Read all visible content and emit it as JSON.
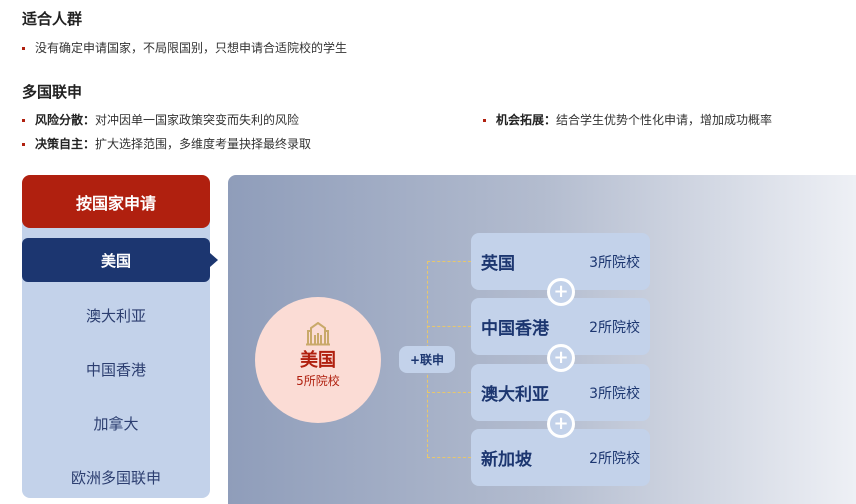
{
  "audience": {
    "title": "适合人群",
    "items": [
      "没有确定申请国家，不局限国别，只想申请合适院校的学生"
    ]
  },
  "multi": {
    "title": "多国联申",
    "items": [
      {
        "label": "风险分散：",
        "text": "对冲因单一国家政策突变而失利的风险"
      },
      {
        "label": "决策自主：",
        "text": "扩大选择范围，多维度考量抉择最终录取"
      },
      {
        "label": "机会拓展：",
        "text": "结合学生优势个性化申请，增加成功概率"
      }
    ]
  },
  "sidebar": {
    "header": "按国家申请",
    "items": [
      "美国",
      "澳大利亚",
      "中国香港",
      "加拿大",
      "欧洲多国联申"
    ],
    "active": "美国"
  },
  "main": {
    "country": "美国",
    "count": "5所院校",
    "joint_label": "+联申",
    "plus": "+",
    "cards": [
      {
        "name": "英国",
        "count": "3所院校"
      },
      {
        "name": "中国香港",
        "count": "2所院校"
      },
      {
        "name": "澳大利亚",
        "count": "3所院校"
      },
      {
        "name": "新加坡",
        "count": "2所院校"
      }
    ],
    "icon": "university-building-icon"
  },
  "colors": {
    "red": "#b0200f",
    "navy": "#1c3670",
    "light_blue": "#c3d2ea",
    "gold": "#c9a96a",
    "pink": "#fbdcd5"
  }
}
